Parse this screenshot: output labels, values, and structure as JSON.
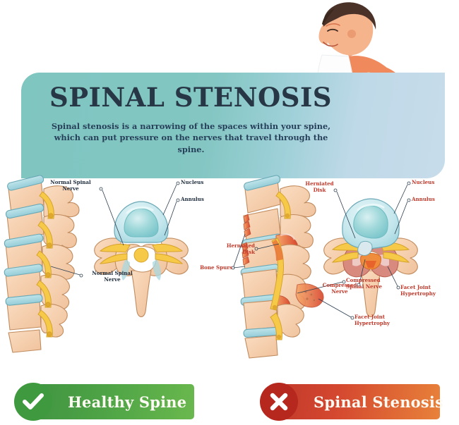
{
  "header": {
    "title": "SPINAL STENOSIS",
    "subtitle": "Spinal stenosis is a narrowing of the spaces within your spine, which can put pressure on the nerves that travel through the spine."
  },
  "illustration": {
    "person_alt": "man bent forward holding lower back in pain",
    "pain_marker": "red pain glow at lumbar spine"
  },
  "healthy_panel": {
    "labels": {
      "nucleus": "Nucleus",
      "annulus": "Annulus",
      "normal_nerve_top": "Normal Spinal\nNerve",
      "normal_nerve_bottom": "Normal Spinal\nNerve"
    }
  },
  "stenosis_panel": {
    "labels": {
      "nucleus": "Nucleus",
      "annulus": "Annulus",
      "herniated_disk_cross": "Herniated\nDisk",
      "compressed_nerve_cross": "Compressed\nNerve",
      "facet_joint_cross": "Facet Joint\nHypertrophy",
      "herniated_disk_side": "Herniated\nDisk",
      "bone_spurs": "Bone Spurs",
      "compressed_spinal_nerve": "Compressed\nSpinal Nerve",
      "facet_joint_side": "Facet Joint\nHypertrophy"
    }
  },
  "results": {
    "healthy": {
      "label": "Healthy Spine",
      "icon": "check-icon"
    },
    "stenosis": {
      "label": "Spinal Stenosis",
      "icon": "cross-icon"
    }
  },
  "colors": {
    "header_teal": "#7fc5c0",
    "header_blue": "#c7dcea",
    "title_navy": "#273746",
    "bone": "#f3c9a6",
    "disc_blue": "#a8d8e0",
    "nerve_yellow": "#f7c948",
    "inflamed_red": "#e0553a",
    "label_red": "#c0392b",
    "green_banner": "#4da345",
    "red_banner": "#c0392b",
    "orange_banner": "#e8823a"
  }
}
